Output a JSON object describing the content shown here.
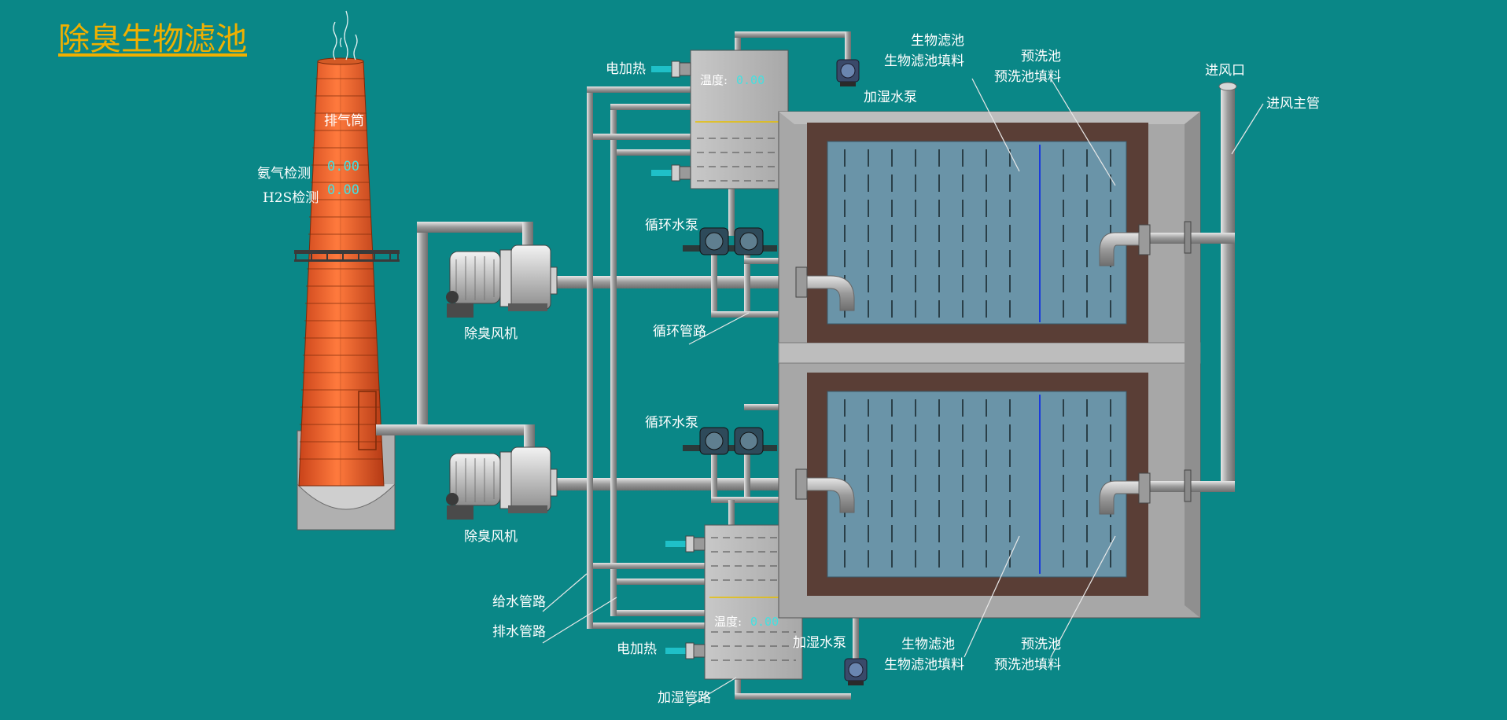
{
  "title": "除臭生物滤池",
  "chimney": {
    "label": "排气筒",
    "ammonia_label": "氨气检测",
    "ammonia_value": "0.00",
    "h2s_label": "H2S检测",
    "h2s_value": "0.00"
  },
  "fans": [
    {
      "label": "除臭风机"
    },
    {
      "label": "除臭风机"
    }
  ],
  "top_unit": {
    "heater_label": "电加热",
    "temp_label": "温度:",
    "temp_value": "0.00",
    "humid_pump_label": "加湿水泵"
  },
  "bottom_unit": {
    "heater_label": "电加热",
    "temp_label": "温度:",
    "temp_value": "0.00",
    "humid_pump_label": "加湿水泵"
  },
  "pumps": [
    {
      "label": "循环水泵"
    },
    {
      "label": "循环水泵"
    }
  ],
  "pipes": {
    "circulation": "循环管路",
    "supply": "给水管路",
    "drain": "排水管路",
    "humidify": "加湿管路",
    "inlet": "进风口",
    "main_inlet": "进风主管"
  },
  "tank_labels": {
    "bio_filter": "生物滤池",
    "bio_filler": "生物滤池填料",
    "prewash": "预洗池",
    "prewash_filler": "预洗池填料"
  },
  "colors": {
    "background": "#0a8787",
    "title": "#f0b000",
    "chimney": "#e8652a",
    "water": "#6a94a8",
    "tank_wall": "#5a3e36",
    "readout": "#44e0e0"
  }
}
